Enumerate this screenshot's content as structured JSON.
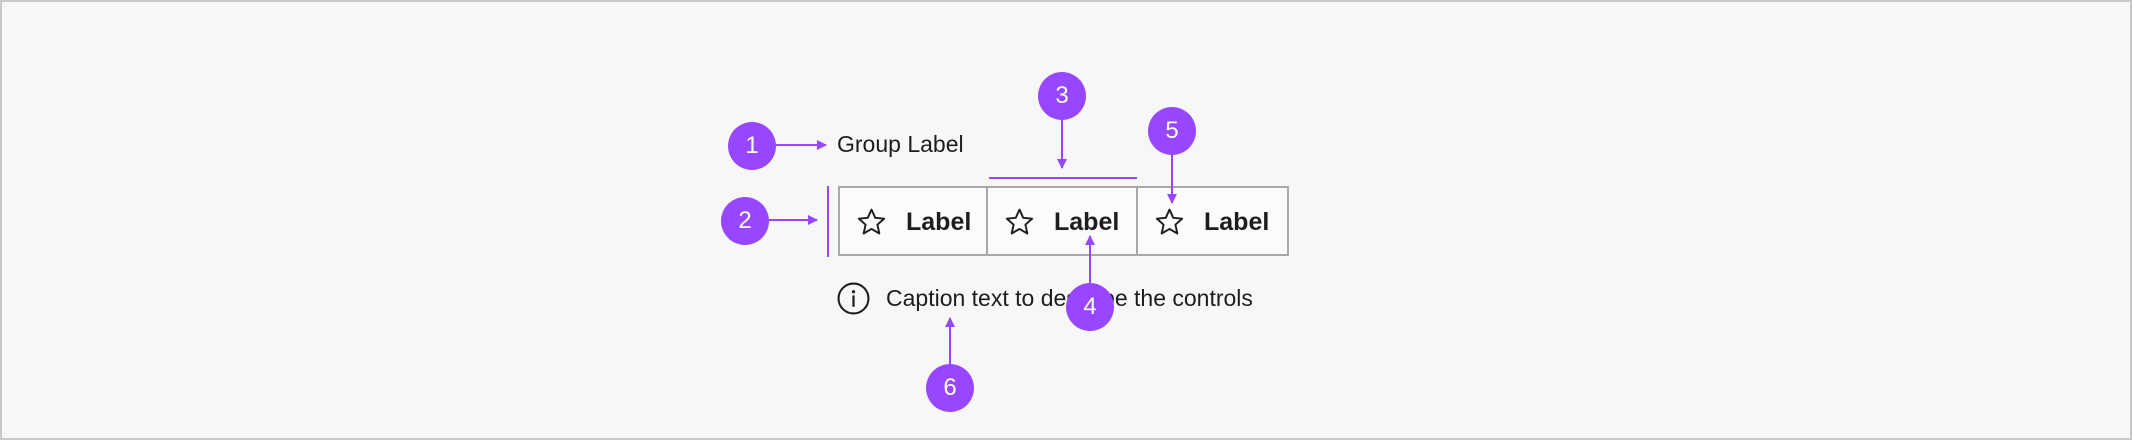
{
  "group_label": "Group Label",
  "controls": [
    {
      "label": "Label",
      "icon": "star-outline-icon"
    },
    {
      "label": "Label",
      "icon": "star-outline-icon"
    },
    {
      "label": "Label",
      "icon": "star-outline-icon"
    }
  ],
  "caption": {
    "icon": "info-circle-icon",
    "text": "Caption text to describe the controls"
  },
  "annotations": [
    "1",
    "2",
    "3",
    "4",
    "5",
    "6"
  ],
  "colors": {
    "accent": "#9747ff",
    "background": "#f7f7f7",
    "control_border": "#a8a8a8",
    "text": "#1d1d1d"
  }
}
